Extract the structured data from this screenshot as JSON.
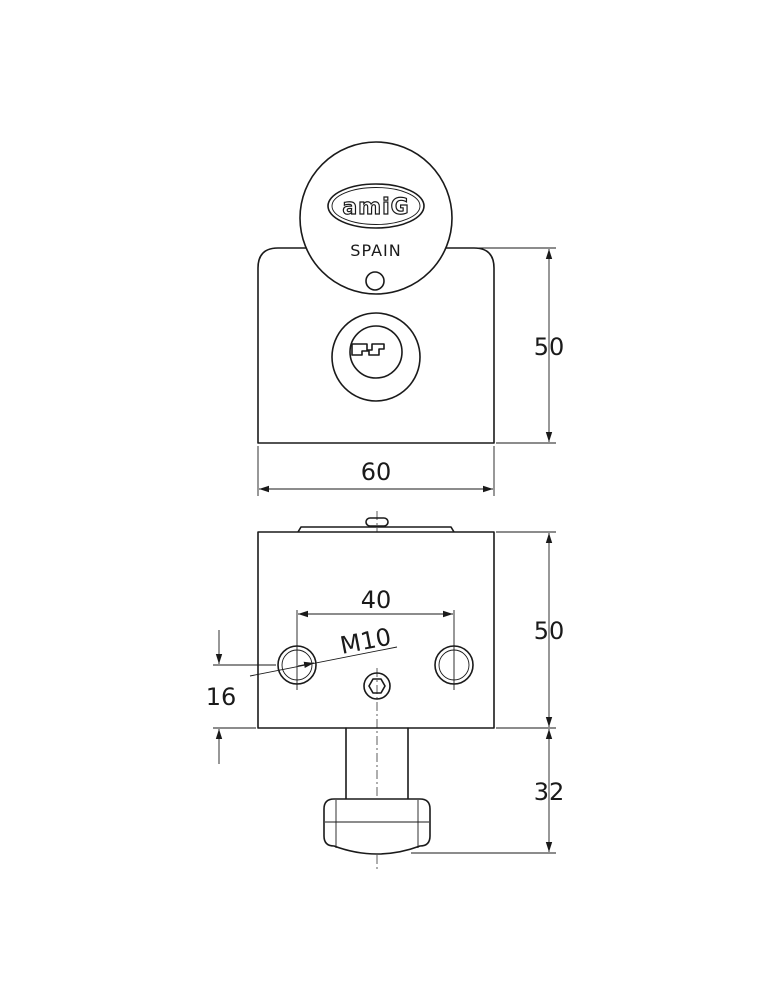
{
  "drawing": {
    "brand": "amiG",
    "origin": "SPAIN",
    "dimensions": {
      "top_view_height": "50",
      "top_view_width": "60",
      "front_view_hole_spacing": "40",
      "front_view_thread": "M10",
      "front_view_height": "50",
      "front_view_hole_offset": "16",
      "knob_length": "32"
    }
  }
}
